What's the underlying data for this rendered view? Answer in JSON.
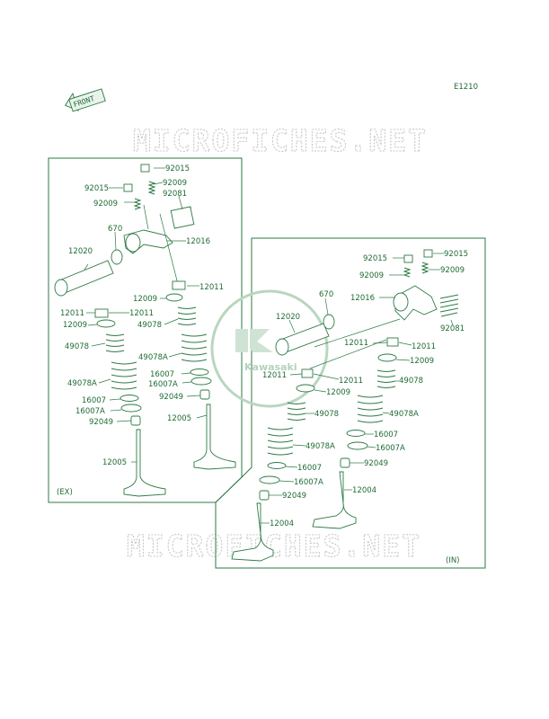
{
  "diagram_code": "E1210",
  "front_label": "FRONT",
  "watermark_text": "MICROFICHES.NET",
  "logo_text": "Kawasaki",
  "panels": {
    "ex": "(EX)",
    "in": "(IN)"
  },
  "colors": {
    "line": "#2d7a45",
    "text": "#1f6b34",
    "watermark": "#c7c7c7"
  },
  "labels_ex": [
    "92015",
    "92015",
    "92009",
    "92009",
    "92081",
    "670",
    "12016",
    "12020",
    "12011",
    "12011",
    "12011",
    "12009",
    "12009",
    "49078",
    "49078",
    "49078A",
    "49078A",
    "16007",
    "16007",
    "16007A",
    "16007A",
    "92049",
    "92049",
    "12005",
    "12005"
  ],
  "labels_in": [
    "92015",
    "92015",
    "92009",
    "92009",
    "670",
    "12016",
    "92081",
    "12020",
    "12011",
    "12011",
    "12009",
    "12011",
    "12011",
    "12009",
    "49078",
    "49078",
    "49078A",
    "49078A",
    "16007",
    "16007A",
    "16007",
    "92049",
    "16007A",
    "12004",
    "92049",
    "12004"
  ]
}
